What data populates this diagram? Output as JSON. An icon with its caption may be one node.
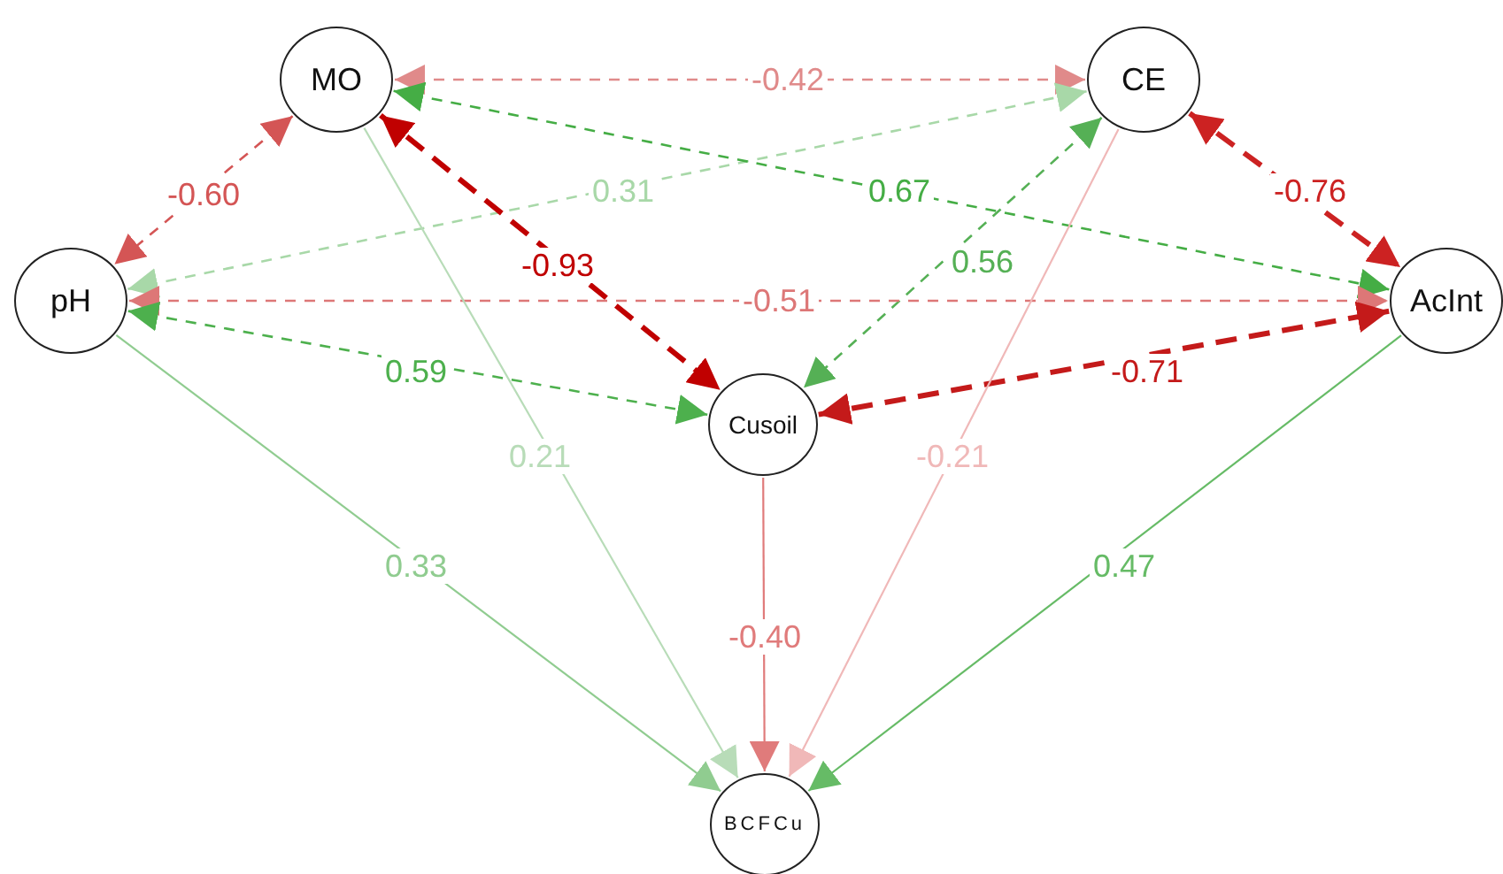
{
  "diagram": {
    "nodes": [
      {
        "text": [
          "MO"
        ]
      },
      {
        "text": [
          "CE"
        ]
      },
      {
        "text": [
          "pH"
        ]
      },
      {
        "text": [
          "AcInt"
        ]
      },
      {
        "text": [
          "Cusoil"
        ]
      },
      {
        "text": [
          "BCFCu"
        ]
      }
    ],
    "edges": [
      {
        "from": 0,
        "to": 1,
        "arrow": "both",
        "label": "-0.42",
        "style": "dashed",
        "color": "#e08a8a"
      },
      {
        "from": 0,
        "to": 2,
        "arrow": "both",
        "label": "-0.60",
        "style": "dashed",
        "color": "#d45555"
      },
      {
        "from": 2,
        "to": 1,
        "arrow": "both",
        "label": "0.31",
        "style": "dashed",
        "color": "#a8d8a8"
      },
      {
        "from": 0,
        "to": 3,
        "arrow": "both",
        "label": "0.67",
        "style": "dashed",
        "color": "#45ad45"
      },
      {
        "from": 0,
        "to": 4,
        "arrow": "both",
        "label": "-0.93",
        "style": "dashed",
        "color": "#c00000"
      },
      {
        "from": 1,
        "to": 3,
        "arrow": "both",
        "label": "-0.76",
        "style": "dashed",
        "color": "#cc2222"
      },
      {
        "from": 1,
        "to": 4,
        "arrow": "both",
        "label": "0.56",
        "style": "dashed",
        "color": "#55b055"
      },
      {
        "from": 2,
        "to": 3,
        "arrow": "both",
        "label": "-0.51",
        "style": "dashed",
        "color": "#dd7777"
      },
      {
        "from": 2,
        "to": 4,
        "arrow": "both",
        "label": "0.59",
        "style": "dashed",
        "color": "#4db04d"
      },
      {
        "from": 4,
        "to": 3,
        "arrow": "both",
        "label": "-0.71",
        "style": "dashed",
        "color": "#c41a1a"
      },
      {
        "from": 0,
        "to": 5,
        "arrow": "to",
        "label": "0.21",
        "color": "#b8dcb8"
      },
      {
        "from": 1,
        "to": 5,
        "arrow": "to",
        "label": "-0.21",
        "color": "#f0b8b8"
      },
      {
        "from": 2,
        "to": 5,
        "arrow": "to",
        "label": "0.33",
        "color": "#90cc90"
      },
      {
        "from": 3,
        "to": 5,
        "arrow": "to",
        "label": "0.47",
        "color": "#66bb66"
      },
      {
        "from": 4,
        "to": 5,
        "arrow": "to",
        "label": "-0.40",
        "color": "#e07b7b"
      }
    ]
  }
}
